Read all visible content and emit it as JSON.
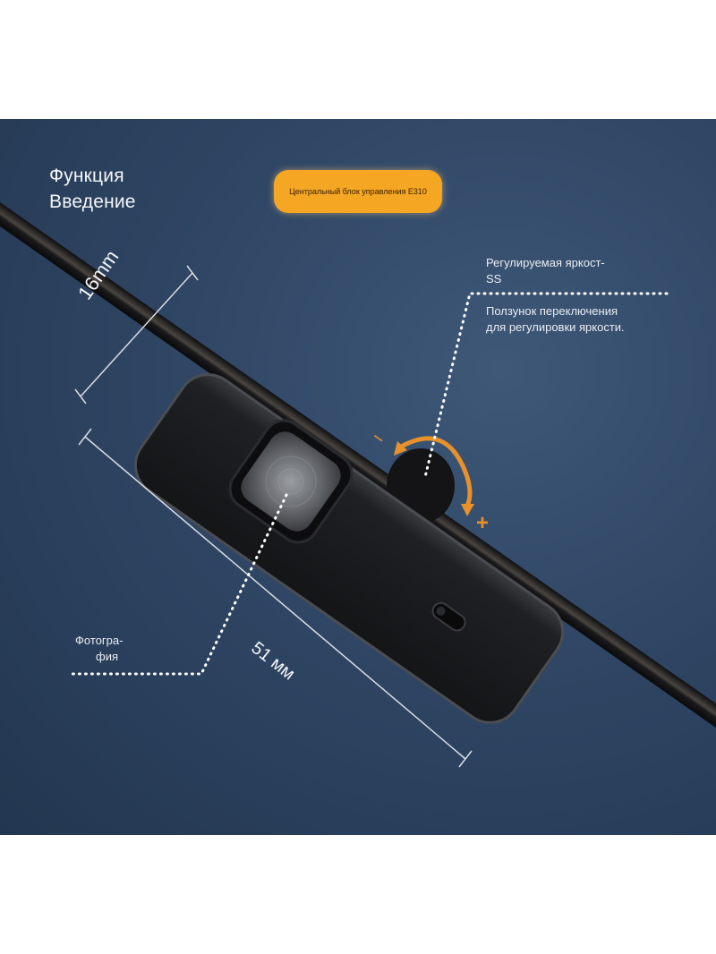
{
  "intro": {
    "title_line1": "Функция",
    "title_line2": "Введение"
  },
  "badge": {
    "label": "Центральный блок управления E310",
    "color": "#f5a623"
  },
  "callouts": {
    "brightness_title_line1": "Регулируемая яркост-",
    "brightness_title_line2": "SS",
    "slider_desc_line1": "Ползунок переключения",
    "slider_desc_line2": "для регулировки яркости.",
    "photo_line1": "Фотогра-",
    "photo_line2": "фия"
  },
  "dimensions": {
    "width_label": "16mm",
    "length_label": "51 мм"
  },
  "dial_marks": {
    "minus": "−",
    "plus": "+"
  },
  "colors": {
    "background": "#2f4664",
    "device_body": "#1c1d20",
    "accent_orange": "#e8912a",
    "dotted_line": "#ffffff"
  }
}
